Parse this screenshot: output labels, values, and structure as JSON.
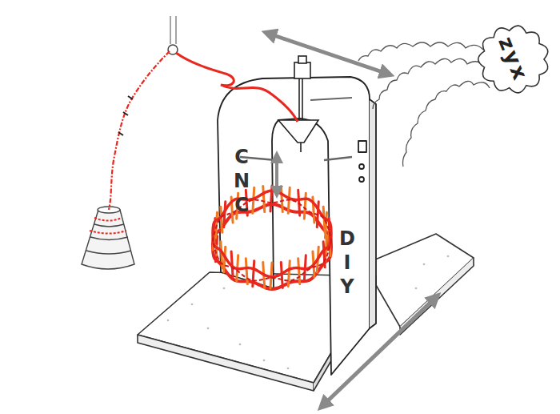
{
  "diagram": {
    "nodes": [
      {
        "text": [
          "zyx"
        ]
      }
    ],
    "labels": [
      "CNC",
      "DIY"
    ]
  }
}
